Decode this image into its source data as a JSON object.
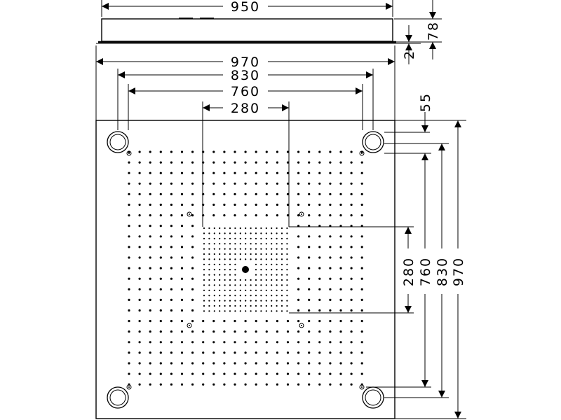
{
  "dimensions": {
    "top_width": "950",
    "plate_height": "78",
    "gap": "2",
    "outer_width": "970",
    "mount_width": "830",
    "rib_width": "760",
    "center_width": "280",
    "corner_offset": "55",
    "center_height": "280",
    "rib_height": "760",
    "mount_height": "830",
    "outer_height": "970"
  },
  "colors": {
    "line": "#000000",
    "background": "#ffffff"
  }
}
